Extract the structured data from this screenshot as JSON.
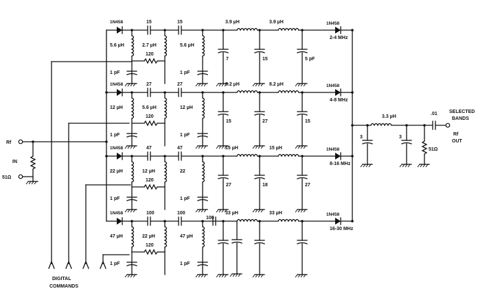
{
  "diode": "1N458",
  "bands": [
    "2-4 MHz",
    "4-8 MHz",
    "8-16 MHz",
    "16-30 MHz"
  ],
  "decoupling_cap": "1 pF",
  "res_120": "120",
  "band1": {
    "c1": "15",
    "c2": "15",
    "l1": "5.6 µH",
    "l2": "2.7 µH",
    "l3": "5.6 µH",
    "la": "3.9 µH",
    "lb": "3.9 µH",
    "ca": "7",
    "cb": "15",
    "cc": "5 pF"
  },
  "band2": {
    "c1": "27",
    "c2": "27",
    "l1": "12 µH",
    "l2": "5.6 µH",
    "l3": "12 µH",
    "la": "8.2 µH",
    "lb": "8.2 µH",
    "ca": "15",
    "cb": "27",
    "cc": "15"
  },
  "band3": {
    "c1": "47",
    "c2": "47",
    "l1": "22 µH",
    "l2": "12 µH",
    "l3": "22",
    "la": "15 µH",
    "lb": "15 µH",
    "ca": "27",
    "cb": "18",
    "cc": "27"
  },
  "band4": {
    "c1": "100",
    "c2": "100",
    "l1": "47 µH",
    "l2": "22 µH",
    "l3": "47 µH",
    "la": "33 µH",
    "lb": "33 µH",
    "c3": "100",
    "ca": "",
    "cb": "",
    "cc": ""
  },
  "input": {
    "rf": "Rf",
    "in": "IN",
    "impedance": "51Ω"
  },
  "output": {
    "coupling": ".01",
    "label_line1": "SELECTED",
    "label_line2": "BANDS",
    "rf": "Rf",
    "out": "OUT",
    "inductor": "3.3 µH",
    "cap_left": "3",
    "cap_right": "3",
    "resistor": "51Ω"
  },
  "footer": {
    "line1": "DIGITAL",
    "line2": "COMMANDS"
  }
}
